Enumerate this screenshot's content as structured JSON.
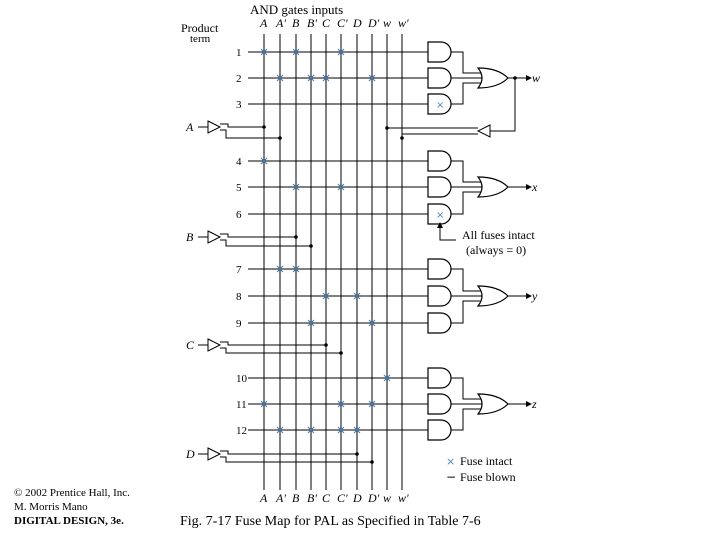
{
  "title": "AND gates inputs",
  "product_term_label": [
    "Product",
    "term"
  ],
  "columns": [
    "A",
    "A'",
    "B",
    "B'",
    "C",
    "C'",
    "D",
    "D'",
    "w",
    "w'"
  ],
  "inputs": [
    "A",
    "B",
    "C",
    "D"
  ],
  "rows": [
    "1",
    "2",
    "3",
    "4",
    "5",
    "6",
    "7",
    "8",
    "9",
    "10",
    "11",
    "12"
  ],
  "outputs": [
    "w",
    "x",
    "y",
    "z"
  ],
  "fuses": {
    "1": [
      "A",
      "B",
      "C'"
    ],
    "2": [
      "A'",
      "B'",
      "C",
      "D'"
    ],
    "3": [],
    "4": [
      "A"
    ],
    "5": [
      "B",
      "C'"
    ],
    "6": [],
    "7": [
      "A'",
      "B"
    ],
    "8": [
      "C",
      "D"
    ],
    "9": [
      "B'",
      "D'"
    ],
    "10": [
      "w"
    ],
    "11": [
      "A",
      "C'",
      "D'"
    ],
    "12": [
      "A'",
      "B'",
      "C'",
      "D"
    ]
  },
  "annotation": [
    "All fuses intact",
    "(always = 0)"
  ],
  "legend": [
    {
      "symbol": "×",
      "label": "Fuse intact"
    },
    {
      "symbol": "−",
      "label": "Fuse blown"
    }
  ],
  "credits": [
    "© 2002 Prentice Hall, Inc.",
    "M. Morris Mano",
    "DIGITAL DESIGN, 3e."
  ],
  "caption": "Fig. 7-17  Fuse Map for PAL as Specified in Table 7-6",
  "colors": {
    "line": "#000000",
    "fuse": "#4f86b8"
  }
}
